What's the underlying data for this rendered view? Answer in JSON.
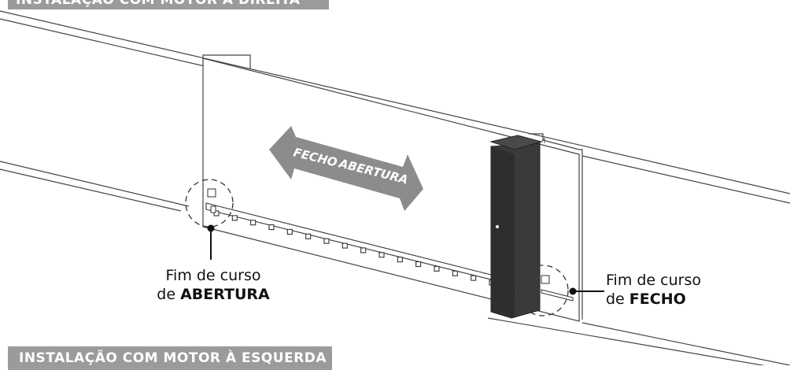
{
  "banners": {
    "top": "INSTALAÇÃO COM MOTOR À DIREITA",
    "bottom": "INSTALAÇÃO COM MOTOR À ESQUERDA"
  },
  "arrow": {
    "left_text": "FECHO",
    "right_text": "ABERTURA"
  },
  "labels": {
    "open_limit_line1": "Fim de curso",
    "open_limit_prefix": "de",
    "open_limit_bold": "ABERTURA",
    "close_limit_line1": "Fim de curso",
    "close_limit_prefix": "de",
    "close_limit_bold": "FECHO"
  },
  "colors": {
    "banner": "#9b9b9b",
    "arrow": "#8c8c8c",
    "motor": "#3a3a3a",
    "line": "#333333"
  }
}
